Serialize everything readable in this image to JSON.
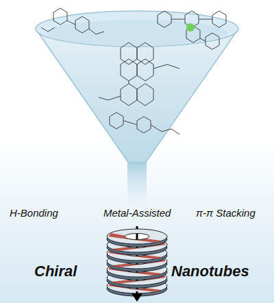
{
  "diagram": {
    "labels": [
      "H-Bonding",
      "Metal-Assisted",
      "π-π Stacking",
      "Chiral",
      "Nanotubes"
    ]
  }
}
